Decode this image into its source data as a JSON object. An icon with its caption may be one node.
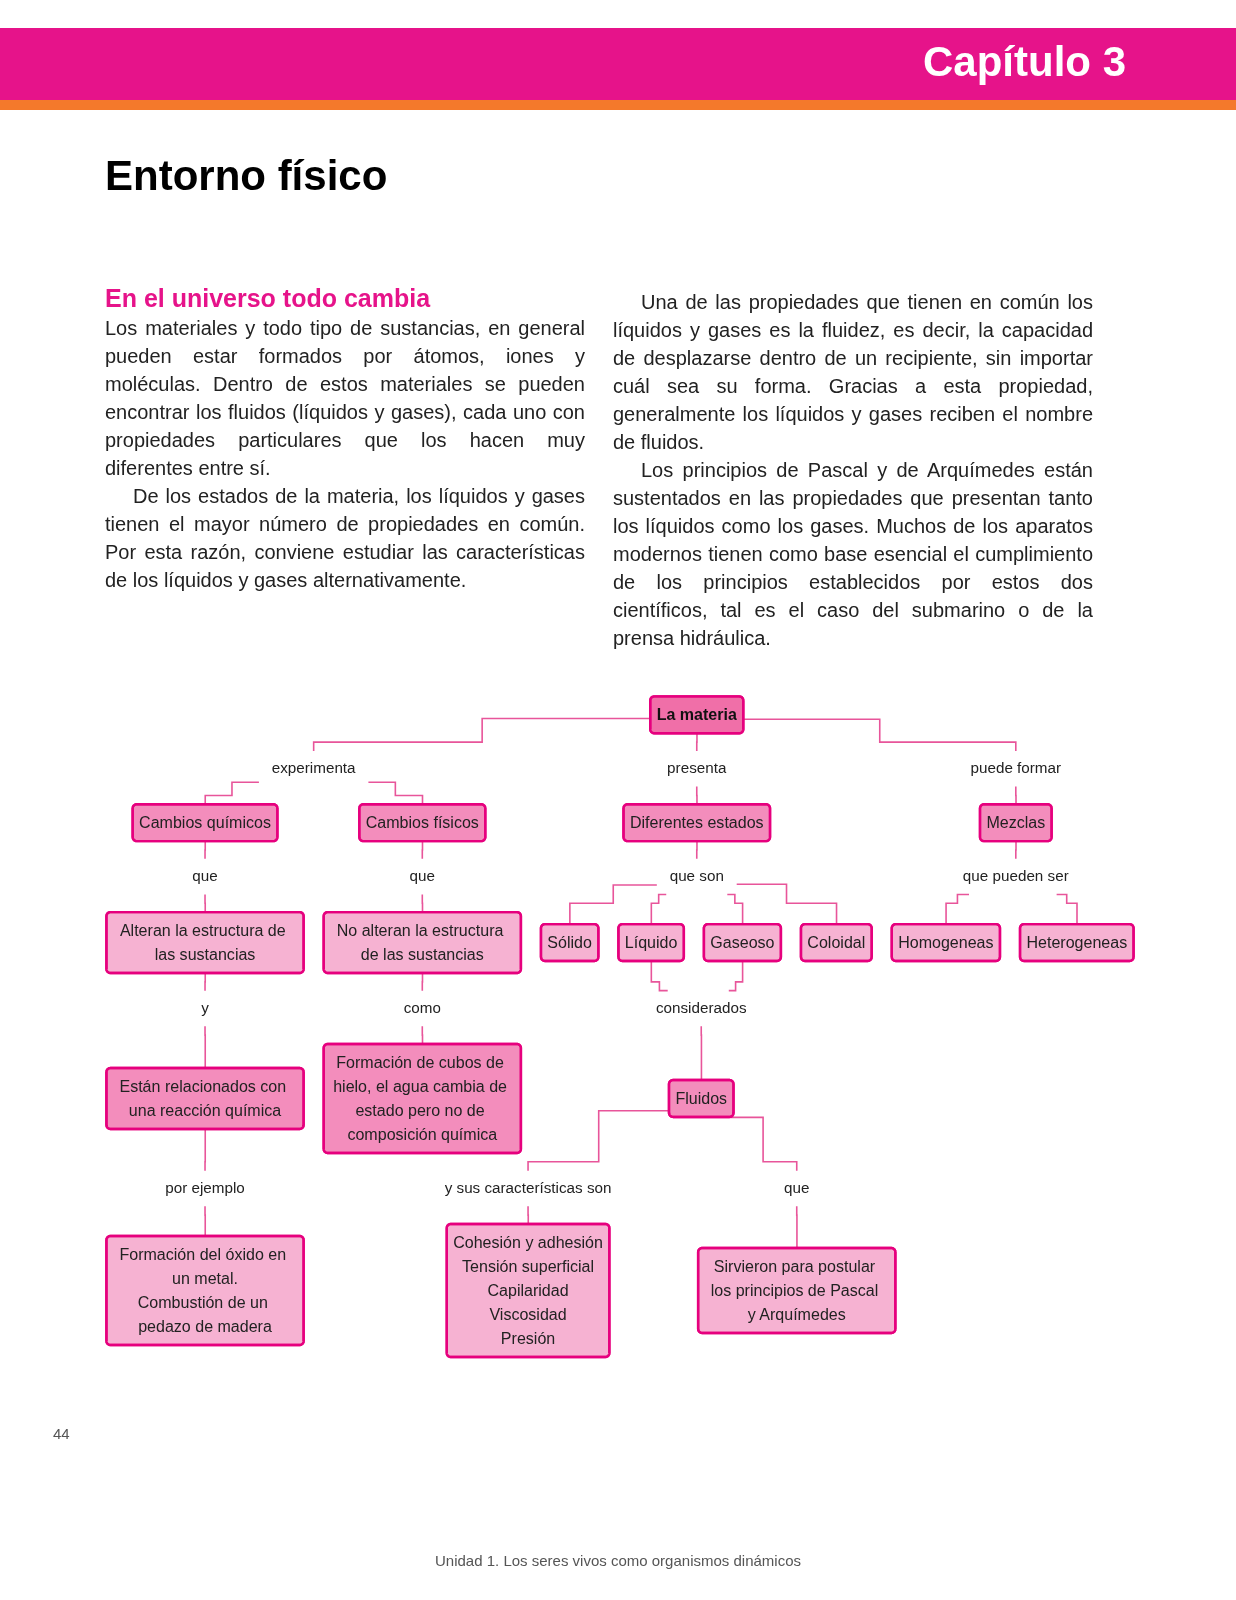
{
  "diagram": {
    "title": "Entorno físico",
    "nodes": [
      {
        "text": [
          "La materia"
        ]
      },
      {
        "text": [
          "experimenta"
        ]
      },
      {
        "text": [
          "presenta"
        ]
      },
      {
        "text": [
          "puede formar"
        ]
      },
      {
        "text": [
          "Cambios químicos"
        ]
      },
      {
        "text": [
          "Cambios físicos"
        ]
      },
      {
        "text": [
          "Diferentes estados"
        ]
      },
      {
        "text": [
          "Mezclas"
        ]
      },
      {
        "text": [
          "que"
        ]
      },
      {
        "text": [
          "que"
        ]
      },
      {
        "text": [
          "que son"
        ]
      },
      {
        "text": [
          "que pueden ser"
        ]
      },
      {
        "text": [
          "Alteran la estructura de las sustancias"
        ]
      },
      {
        "text": [
          "No alteran la estructura de las sustancias"
        ]
      },
      {
        "text": [
          "Sólido"
        ]
      },
      {
        "text": [
          "Líquido"
        ]
      },
      {
        "text": [
          "Gaseoso"
        ]
      },
      {
        "text": [
          "Coloidal"
        ]
      },
      {
        "text": [
          "Homogeneas"
        ]
      },
      {
        "text": [
          "Heterogeneas"
        ]
      },
      {
        "text": [
          "y"
        ]
      },
      {
        "text": [
          "como"
        ]
      },
      {
        "text": [
          "considerados"
        ]
      },
      {
        "text": [
          "Están relacionados con una reacción química"
        ]
      },
      {
        "text": [
          "Formación de cubos de hielo, el agua cambia de estado pero no de composición química"
        ]
      },
      {
        "text": [
          "Fluidos"
        ]
      },
      {
        "text": [
          "por ejemplo"
        ]
      },
      {
        "text": [
          "y sus características son"
        ]
      },
      {
        "text": [
          "que"
        ]
      },
      {
        "text": [
          "Formación del óxido en un metal.",
          "Combustión de un pedazo de madera"
        ]
      },
      {
        "text": [
          "Cohesión y adhesión",
          "Tensión superficial",
          "Capilaridad",
          "Viscosidad",
          "Presión"
        ]
      },
      {
        "text": [
          "Sirvieron para postular los principios de Pascal y Arquímedes"
        ]
      }
    ],
    "edges": [
      {
        "from": 0,
        "to": 1,
        "arrow": "none"
      },
      {
        "from": 0,
        "to": 2,
        "arrow": "none"
      },
      {
        "from": 0,
        "to": 3,
        "arrow": "none"
      },
      {
        "from": 1,
        "to": 4,
        "arrow": "none"
      },
      {
        "from": 1,
        "to": 5,
        "arrow": "none"
      },
      {
        "from": 2,
        "to": 6,
        "arrow": "none"
      },
      {
        "from": 3,
        "to": 7,
        "arrow": "none"
      },
      {
        "from": 4,
        "to": 8,
        "arrow": "none"
      },
      {
        "from": 5,
        "to": 9,
        "arrow": "none"
      },
      {
        "from": 6,
        "to": 10,
        "arrow": "none"
      },
      {
        "from": 7,
        "to": 11,
        "arrow": "none"
      },
      {
        "from": 8,
        "to": 12,
        "arrow": "none"
      },
      {
        "from": 9,
        "to": 13,
        "arrow": "none"
      },
      {
        "from": 10,
        "to": 14,
        "arrow": "none"
      },
      {
        "from": 10,
        "to": 15,
        "arrow": "none"
      },
      {
        "from": 10,
        "to": 16,
        "arrow": "none"
      },
      {
        "from": 10,
        "to": 17,
        "arrow": "none"
      },
      {
        "from": 11,
        "to": 18,
        "arrow": "none"
      },
      {
        "from": 11,
        "to": 19,
        "arrow": "none"
      },
      {
        "from": 12,
        "to": 20,
        "arrow": "none"
      },
      {
        "from": 13,
        "to": 21,
        "arrow": "none"
      },
      {
        "from": 15,
        "to": 22,
        "arrow": "none"
      },
      {
        "from": 16,
        "to": 22,
        "arrow": "none"
      },
      {
        "from": 20,
        "to": 23,
        "arrow": "none"
      },
      {
        "from": 21,
        "to": 24,
        "arrow": "none"
      },
      {
        "from": 22,
        "to": 25,
        "arrow": "none"
      },
      {
        "from": 23,
        "to": 26,
        "arrow": "none"
      },
      {
        "from": 25,
        "to": 27,
        "arrow": "none"
      },
      {
        "from": 25,
        "to": 28,
        "arrow": "none"
      },
      {
        "from": 26,
        "to": 29,
        "arrow": "none"
      },
      {
        "from": 27,
        "to": 30,
        "arrow": "none"
      },
      {
        "from": 28,
        "to": 31,
        "arrow": "none"
      }
    ],
    "labels": [
      "Capítulo 3",
      "En el universo todo cambia",
      "Los materiales y todo tipo de sustancias, en general pueden estar formados por átomos, iones y moléculas. Dentro de estos materiales se pueden encontrar los fluidos (líquidos y gases), cada uno con propiedades particulares que los hacen muy diferentes entre sí.",
      "De los estados de la materia, los líquidos y gases tienen el mayor número de propiedades en común. Por esta razón, conviene estudiar las características de los líquidos y gases alternativamente.",
      "Una de las propiedades que tienen en común los líquidos y gases es la fluidez, es decir, la capacidad de desplazarse dentro de un recipiente, sin importar cuál sea su forma. Gracias a esta propiedad, generalmente los líquidos y gases reciben el nombre de fluidos.",
      "Los principios de Pascal y de Arquímedes están sustentados en las propiedades que presentan tanto los líquidos como los gases. Muchos de los aparatos modernos tienen como base esencial el cumplimiento de los principios establecidos por estos dos científicos, tal es el caso del submarino o de la prensa hidráulica.",
      "44",
      "Unidad 1. Los seres vivos como organismos dinámicos"
    ]
  }
}
